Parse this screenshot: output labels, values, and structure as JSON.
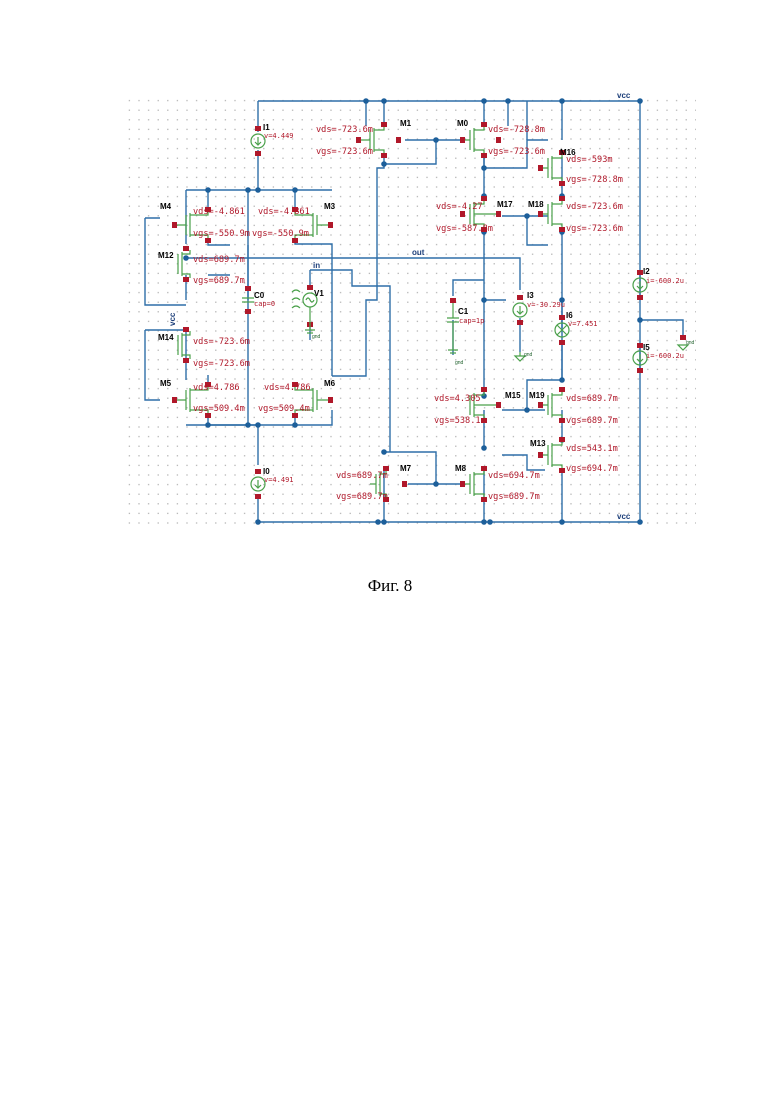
{
  "caption": "Фиг. 8",
  "nets": {
    "vcc_top": "vcc",
    "vcc_bottom": "vcc",
    "out": "out",
    "in": "in",
    "vcc_m12": "vcc"
  },
  "devices": {
    "M1": {
      "name": "M1",
      "vds": "vds=-723.6m",
      "vgs": "vgs=-723.6m"
    },
    "M0": {
      "name": "M0",
      "vds": "vds=-728.8m",
      "vgs": "vgs=-723.6m"
    },
    "M16": {
      "name": "M16",
      "vds": "vds=-593m",
      "vgs": "vgs=-728.8m"
    },
    "M17": {
      "name": "M17",
      "vds": "vds=-4.27",
      "vgs": "vgs=-587.8m"
    },
    "M18": {
      "name": "M18",
      "vds": "vds=-723.6m",
      "vgs": "vgs=-723.6m"
    },
    "M4": {
      "name": "M4",
      "vds": "vds=-4.861",
      "vgs": "vgs=-550.9m"
    },
    "M3": {
      "name": "M3",
      "vds": "vds=-4.861",
      "vgs": "vgs=-550.9m"
    },
    "M12": {
      "name": "M12",
      "vds": "vds=689.7m",
      "vgs": "vgs=689.7m"
    },
    "M14": {
      "name": "M14",
      "vds": "vds=-723.6m",
      "vgs": "vgs=-723.6m"
    },
    "M5": {
      "name": "M5",
      "vds": "vds=4.786",
      "vgs": "vgs=509.4m"
    },
    "M6": {
      "name": "M6",
      "vds": "vds=4.786",
      "vgs": "vgs=509.4m"
    },
    "M15": {
      "name": "M15",
      "vds": "vds=4.305",
      "vgs": "vgs=538.1m"
    },
    "M19": {
      "name": "M19",
      "vds": "vds=689.7m",
      "vgs": "vgs=689.7m"
    },
    "M13": {
      "name": "M13",
      "vds": "vds=543.1m",
      "vgs": "vgs=694.7m"
    },
    "M7": {
      "name": "M7",
      "vds": "vds=689.7m",
      "vgs": "vgs=689.7m"
    },
    "M8": {
      "name": "M8",
      "vds": "vds=694.7m",
      "vgs": "vgs=689.7m"
    }
  },
  "sources": {
    "I1": {
      "name": "I1",
      "val": "v=4.449"
    },
    "I0": {
      "name": "I0",
      "val": "v=4.491"
    },
    "V1": {
      "name": "V1"
    },
    "I3": {
      "name": "I3",
      "val": "v=-30.29u"
    },
    "I6": {
      "name": "I6",
      "val": "v=7.451"
    },
    "I2": {
      "name": "I2",
      "val": "i=-600.2u"
    },
    "I5": {
      "name": "I5",
      "val": "i=-600.2u"
    },
    "C0": {
      "name": "C0",
      "val": "cap=0"
    },
    "C1": {
      "name": "C1",
      "val": "cap=1p"
    }
  },
  "grounds": {
    "g1": "gnd",
    "g2": "gnd",
    "g3": "gnd",
    "g4": "gnd"
  }
}
